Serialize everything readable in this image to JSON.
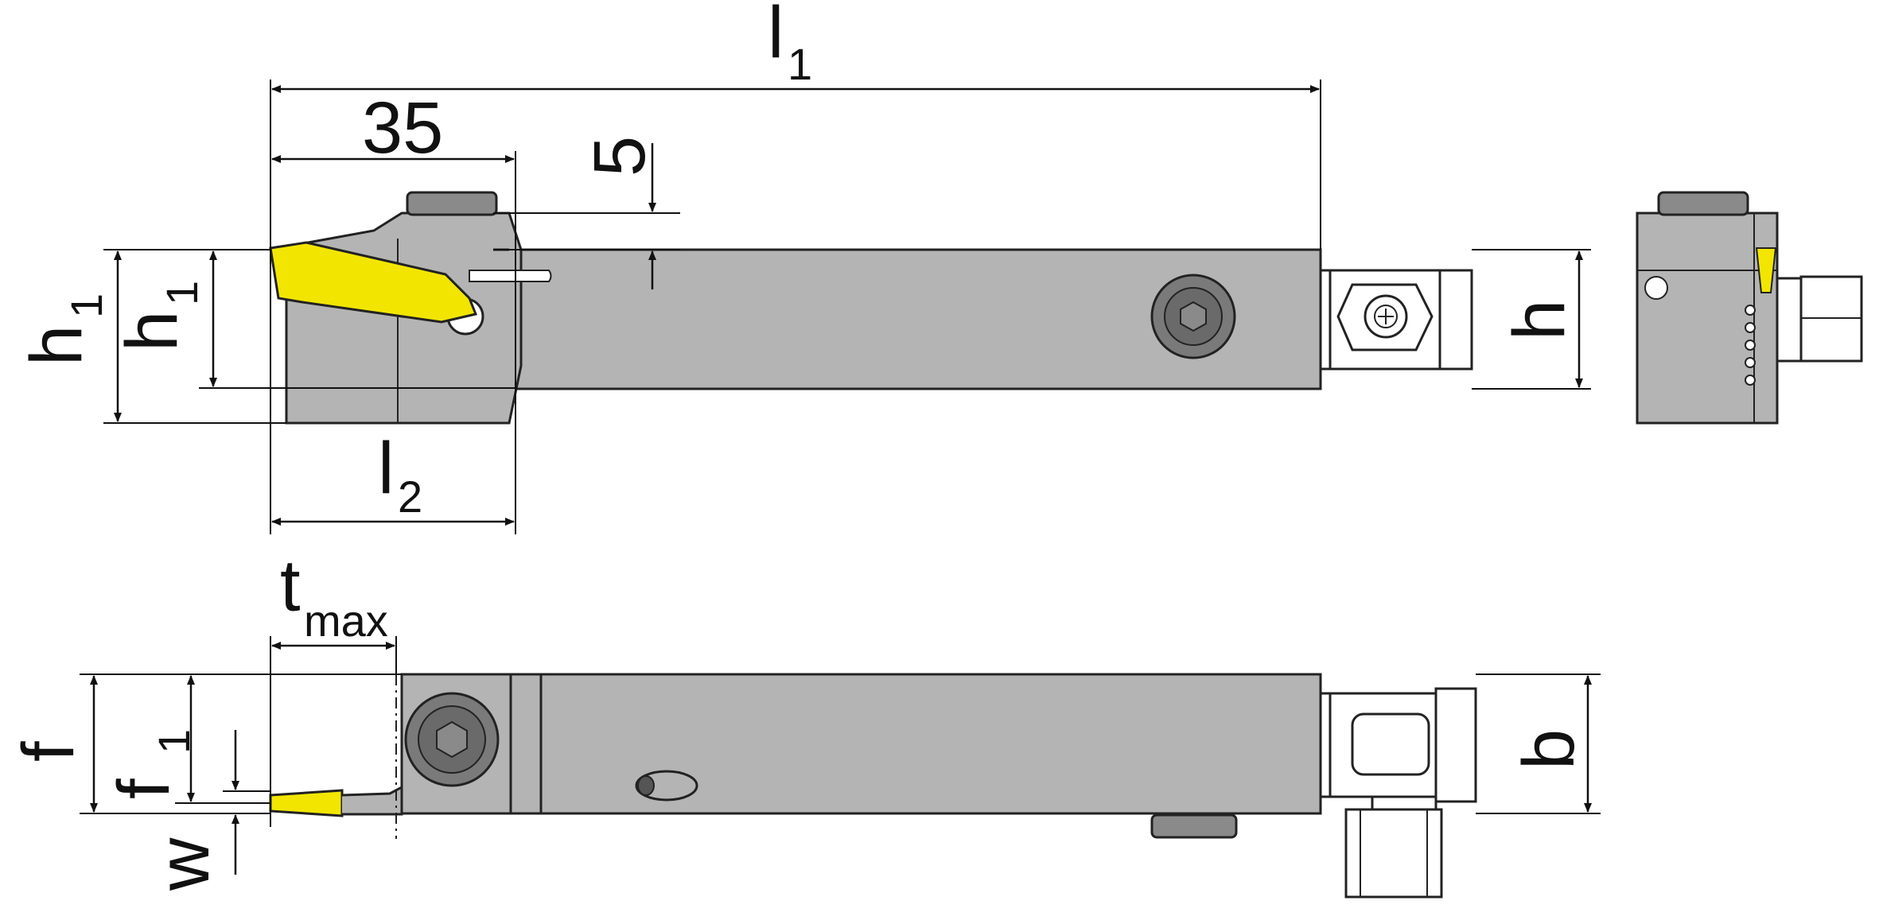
{
  "labels": {
    "l1_main": "l",
    "l1_sub": "1",
    "dim_35": "35",
    "dim_5": "5",
    "h1_outer_main": "h",
    "h1_outer_sub": "1",
    "h1_inner_main": "h",
    "h1_inner_sub": "1",
    "h": "h",
    "l2_main": "l",
    "l2_sub": "2",
    "tmax_main": "t",
    "tmax_sub": "max",
    "f": "f",
    "f1_main": "f",
    "f1_sub": "1",
    "w": "w",
    "b": "b"
  },
  "colors": {
    "body": "#b4b4b4",
    "insert": "#f2e600",
    "line": "#111111",
    "clamp": "#8a8a8a"
  }
}
